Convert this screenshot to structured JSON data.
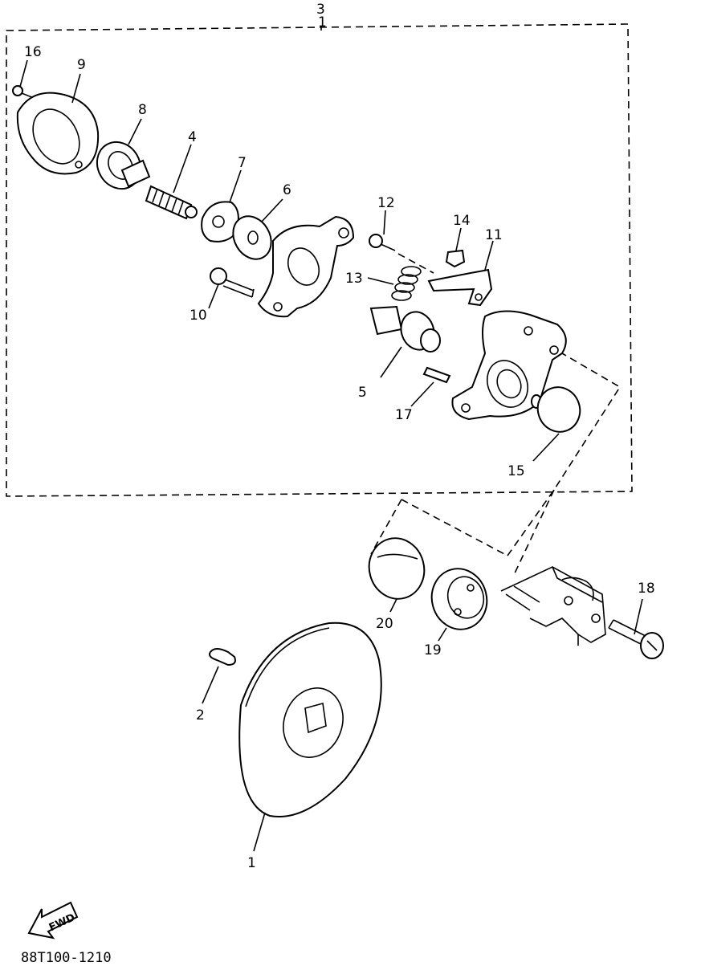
{
  "diagram": {
    "drawing_code": "88T100-1210",
    "direction_marker": "FWD",
    "callouts": {
      "p1": "1",
      "p2": "2",
      "p3": "3",
      "p3b": "1",
      "p4": "4",
      "p5": "5",
      "p6": "6",
      "p7": "7",
      "p8": "8",
      "p9": "9",
      "p10": "10",
      "p11": "11",
      "p12": "12",
      "p13": "13",
      "p14": "14",
      "p15": "15",
      "p16": "16",
      "p17": "17",
      "p18": "18",
      "p19": "19",
      "p20": "20"
    }
  }
}
